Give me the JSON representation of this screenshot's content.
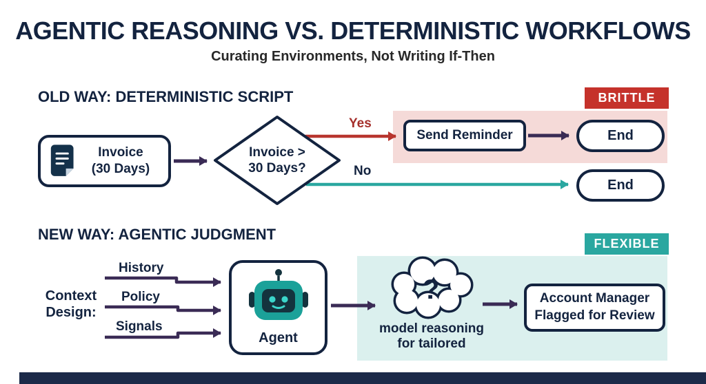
{
  "header": {
    "title": "AGENTIC REASONING VS. DETERMINISTIC WORKFLOWS",
    "subtitle": "Curating Environments, Not Writing If-Then"
  },
  "old_way": {
    "heading": "OLD WAY: DETERMINISTIC SCRIPT",
    "badge": "BRITTLE",
    "invoice": {
      "line1": "Invoice",
      "line2": "(30 Days)"
    },
    "decision": {
      "line1": "Invoice >",
      "line2": "30 Days?"
    },
    "yes_label": "Yes",
    "no_label": "No",
    "send_reminder": "Send Reminder",
    "end_top": "End",
    "end_bottom": "End"
  },
  "new_way": {
    "heading": "NEW WAY: AGENTIC JUDGMENT",
    "badge": "FLEXIBLE",
    "context": {
      "line1": "Context",
      "line2": "Design:"
    },
    "inputs": [
      "History",
      "Policy",
      "Signals"
    ],
    "agent_label": "Agent",
    "cloud": {
      "symbol": "?",
      "caption_line1": "model reasoning",
      "caption_line2": "for tailored"
    },
    "account": {
      "line1": "Account Manager",
      "line2": "Flagged for Review"
    }
  },
  "colors": {
    "navy": "#13233f",
    "red": "#c5322b",
    "teal": "#2aa7a0",
    "arrow_purple": "#3a2b55",
    "pink_band": "#f5dad8",
    "teal_band": "#dbf0ee"
  }
}
